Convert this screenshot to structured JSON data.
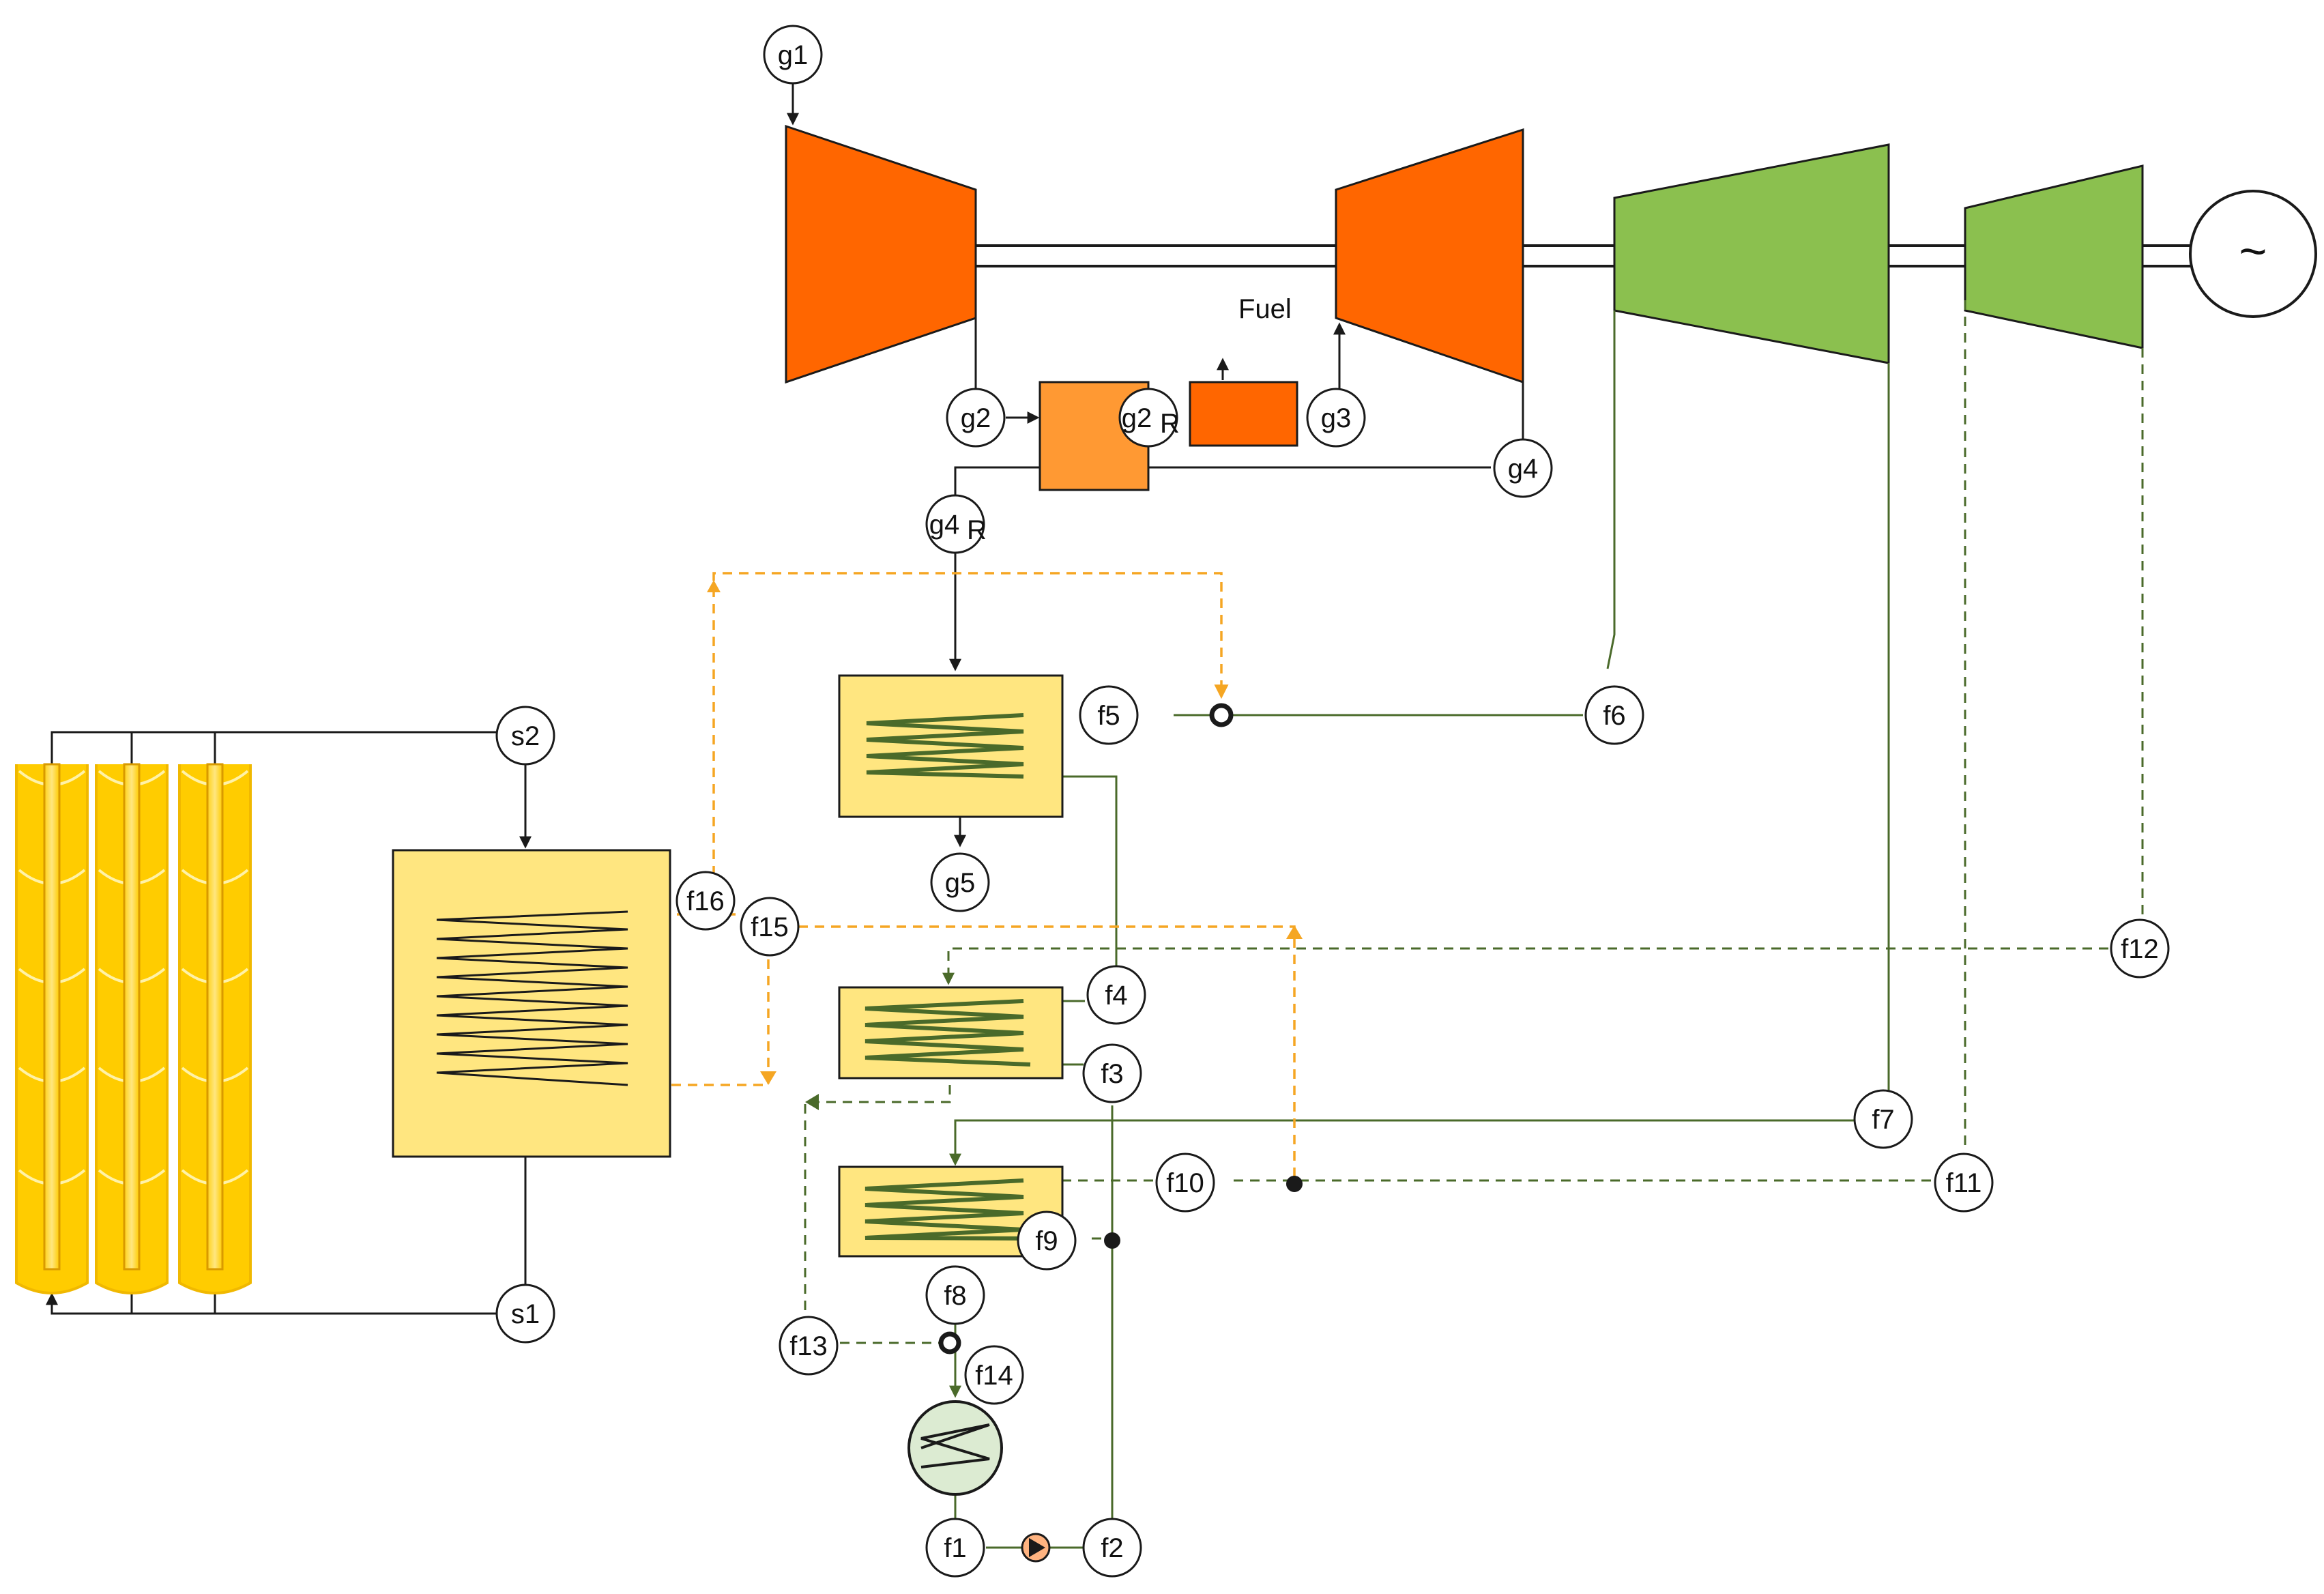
{
  "colors": {
    "gas_turbine": "#ff6600",
    "recuperator": "#ff9933",
    "steam_turbine": "#8bc04f",
    "heat_exchanger_fill": "#ffe680",
    "solar_collector": "#ffcc00",
    "water_line": "#4a6a2a",
    "oil_line": "#f5a623",
    "gas_line": "#1a1a1a",
    "condenser_fill": "#dcebd2"
  },
  "icons": {
    "generator": "~"
  },
  "labels": {
    "fuel": "Fuel"
  },
  "nodes": {
    "g1": "g1",
    "g2": "g2",
    "g2r": "g2",
    "g2r_sub": "R",
    "g3": "g3",
    "g4": "g4",
    "g4r": "g4",
    "g4r_sub": "R",
    "g5": "g5",
    "s1": "s1",
    "s2": "s2",
    "f1": "f1",
    "f2": "f2",
    "f3": "f3",
    "f4": "f4",
    "f5": "f5",
    "f6": "f6",
    "f7": "f7",
    "f8": "f8",
    "f9": "f9",
    "f10": "f10",
    "f11": "f11",
    "f12": "f12",
    "f13": "f13",
    "f14": "f14",
    "f15": "f15",
    "f16": "f16"
  }
}
